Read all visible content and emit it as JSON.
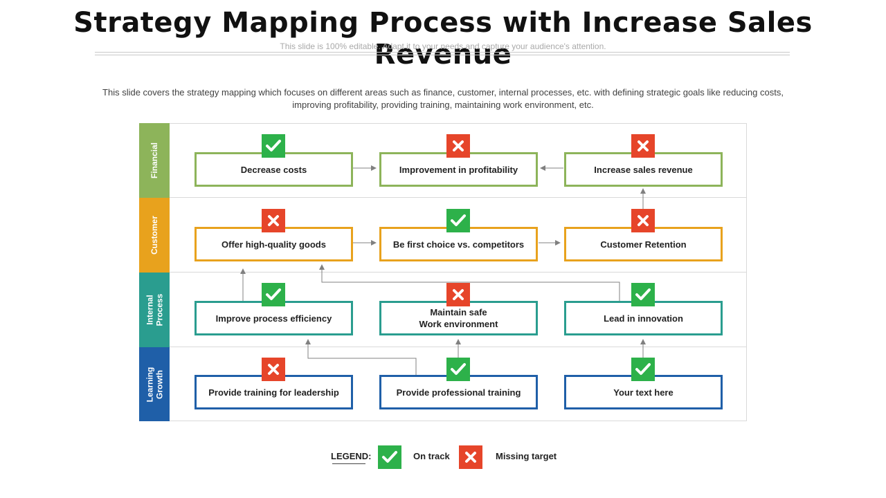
{
  "title": "Strategy Mapping Process with Increase Sales Revenue",
  "subtitle": "This slide is 100% editable. Adapt it to your needs and capture your audience's attention.",
  "description": "This slide covers the strategy mapping which focuses on different areas such as finance, customer, internal processes, etc. with defining strategic goals like reducing costs, improving profitability, providing training, maintaining work environment, etc.",
  "colors": {
    "financial": "#8db45a",
    "customer": "#e8a21d",
    "internal": "#2a9d8f",
    "learning": "#1f5fa8",
    "on_track": "#2db14a",
    "missing": "#e6452a"
  },
  "rows": [
    {
      "label": "Financial",
      "boxes": [
        {
          "text": "Decrease costs",
          "status": "on_track"
        },
        {
          "text": "Improvement in profitability",
          "status": "missing"
        },
        {
          "text": "Increase sales revenue",
          "status": "missing"
        }
      ]
    },
    {
      "label": "Customer",
      "boxes": [
        {
          "text": "Offer  high-quality goods",
          "status": "missing"
        },
        {
          "text": "Be first  choice vs. competitors",
          "status": "on_track"
        },
        {
          "text": "Customer Retention",
          "status": "missing"
        }
      ]
    },
    {
      "label": "Internal\nProcess",
      "boxes": [
        {
          "text": "Improve process efficiency",
          "status": "on_track"
        },
        {
          "text": "Maintain safe\nWork environment",
          "status": "missing"
        },
        {
          "text": "Lead in innovation",
          "status": "on_track"
        }
      ]
    },
    {
      "label": "Learning\nGrowth",
      "boxes": [
        {
          "text": "Provide training for leadership",
          "status": "missing"
        },
        {
          "text": "Provide professional training",
          "status": "on_track"
        },
        {
          "text": "Your text here",
          "status": "on_track"
        }
      ]
    }
  ],
  "legend": {
    "label": "LEGEND:",
    "on_track": "On track",
    "missing": "Missing target"
  }
}
